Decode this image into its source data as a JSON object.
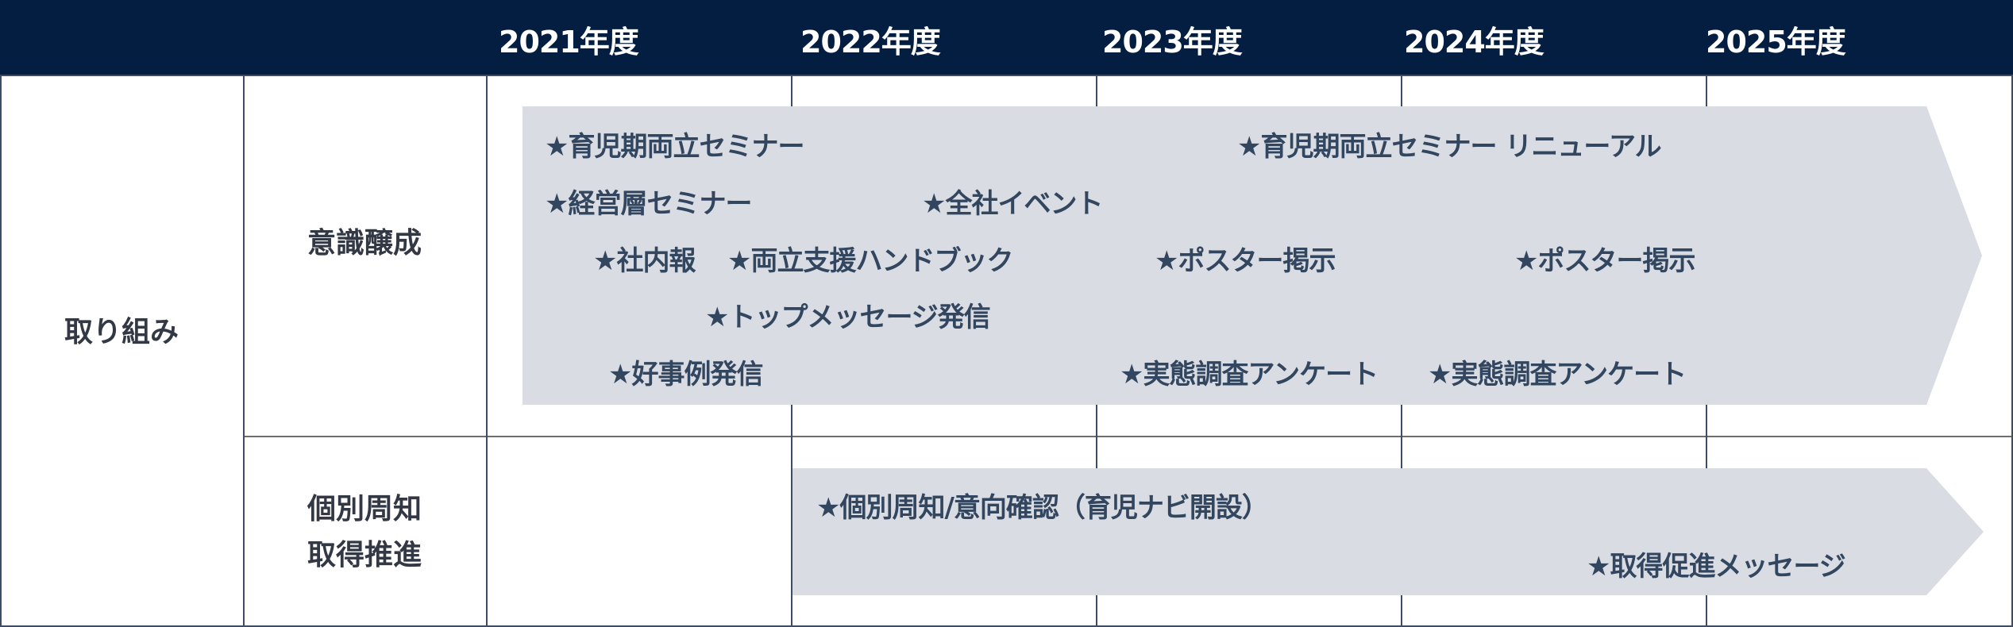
{
  "header": {
    "years": [
      "2021年度",
      "2022年度",
      "2023年度",
      "2024年度",
      "2025年度"
    ]
  },
  "rows": {
    "category": "取り組み",
    "awareness": {
      "label": "意識醸成",
      "items": [
        "★育児期両立セミナー",
        "★育児期両立セミナー リニューアル",
        "★経営層セミナー",
        "★全社イベント",
        "★社内報",
        "★両立支援ハンドブック",
        "★ポスター掲示",
        "★ポスター掲示",
        "★トップメッセージ発信",
        "★好事例発信",
        "★実態調査アンケート",
        "★実態調査アンケート"
      ]
    },
    "individual": {
      "label_line1": "個別周知",
      "label_line2": "取得推進",
      "items": [
        "★個別周知/意向確認（育児ナビ開設）",
        "★取得促進メッセージ"
      ]
    }
  },
  "colors": {
    "header_bg": "#041e42",
    "arrow_fill": "#d9dde3",
    "item_text": "#33465f",
    "grid_line": "#3e4c66"
  }
}
